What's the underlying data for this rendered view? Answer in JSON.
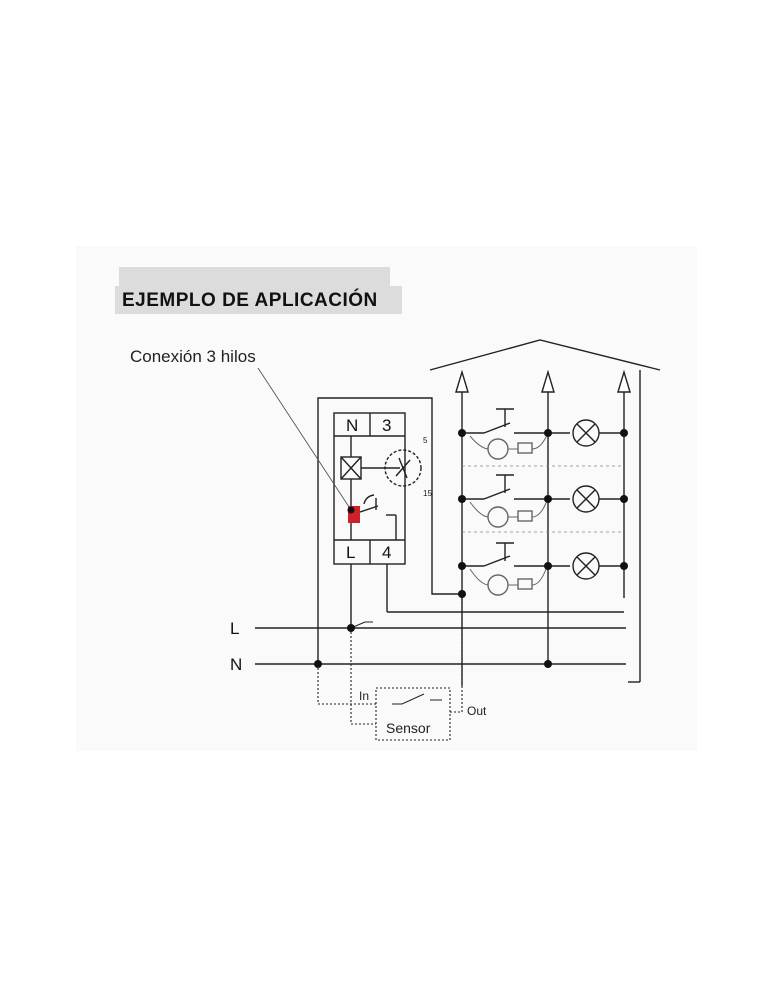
{
  "title": "EJEMPLO DE APLICACIÓN",
  "callout_label": "Conexión 3 hilos",
  "terminals": {
    "n": "N",
    "three": "3",
    "l": "L",
    "four": "4"
  },
  "timer_scale": {
    "min": "5",
    "max": "15"
  },
  "lines": {
    "live": "L",
    "neutral": "N"
  },
  "sensor": {
    "label": "Sensor",
    "input": "In",
    "output": "Out"
  },
  "colors": {
    "highlight": "#d0202a",
    "wire": "#222222",
    "panel": "#fafafa",
    "title_bar": "#dcdcdc"
  }
}
